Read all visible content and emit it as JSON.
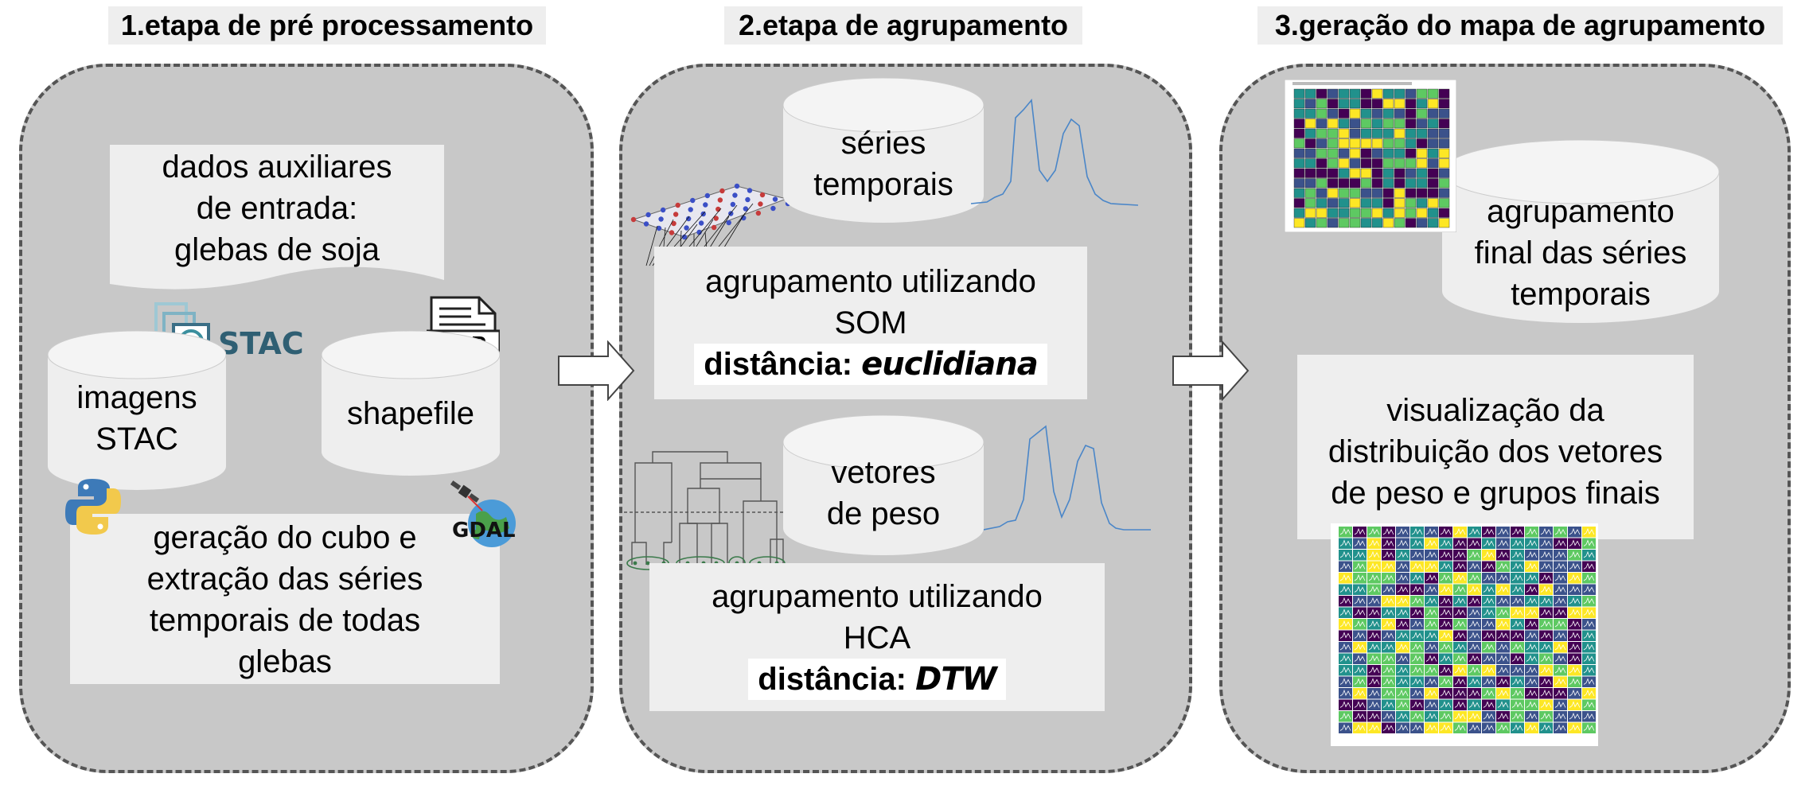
{
  "stages": [
    {
      "title": "1.etapa de pré processamento"
    },
    {
      "title": "2.etapa de agrupamento"
    },
    {
      "title": "3.geração do mapa de agrupamento"
    }
  ],
  "stage1": {
    "aux_data": [
      "dados auxiliares",
      "de entrada:",
      "glebas de soja"
    ],
    "images_db": [
      "imagens",
      "STAC"
    ],
    "shapefile_db": [
      "shapefile"
    ],
    "cube_box": [
      "geração do cubo e",
      "extração das séries",
      "temporais de todas",
      "glebas"
    ],
    "stac_logo": "STAC",
    "shp_logo": "SHP",
    "gdal_logo": "GDAL"
  },
  "stage2": {
    "series_db": [
      "séries",
      "temporais"
    ],
    "som_box": {
      "line1": "agrupamento utilizando",
      "line2": "SOM",
      "dist_label": "distância:",
      "dist_value": "euclidiana"
    },
    "weights_db": [
      "vetores",
      "de peso"
    ],
    "hca_box": {
      "line1": "agrupamento utilizando",
      "line2": "HCA",
      "dist_label": "distância:",
      "dist_value": "DTW"
    }
  },
  "stage3": {
    "final_db": [
      "agrupamento",
      "final das séries",
      "temporais"
    ],
    "viz_box": [
      "visualização da",
      "distribuição dos vetores",
      "de peso e grupos finais"
    ]
  },
  "colors": {
    "panel": "#c8c8c8",
    "box": "#eeeeee",
    "title_bg": "#eeeeee",
    "dash": "#555555",
    "line": "#4a86c8"
  }
}
